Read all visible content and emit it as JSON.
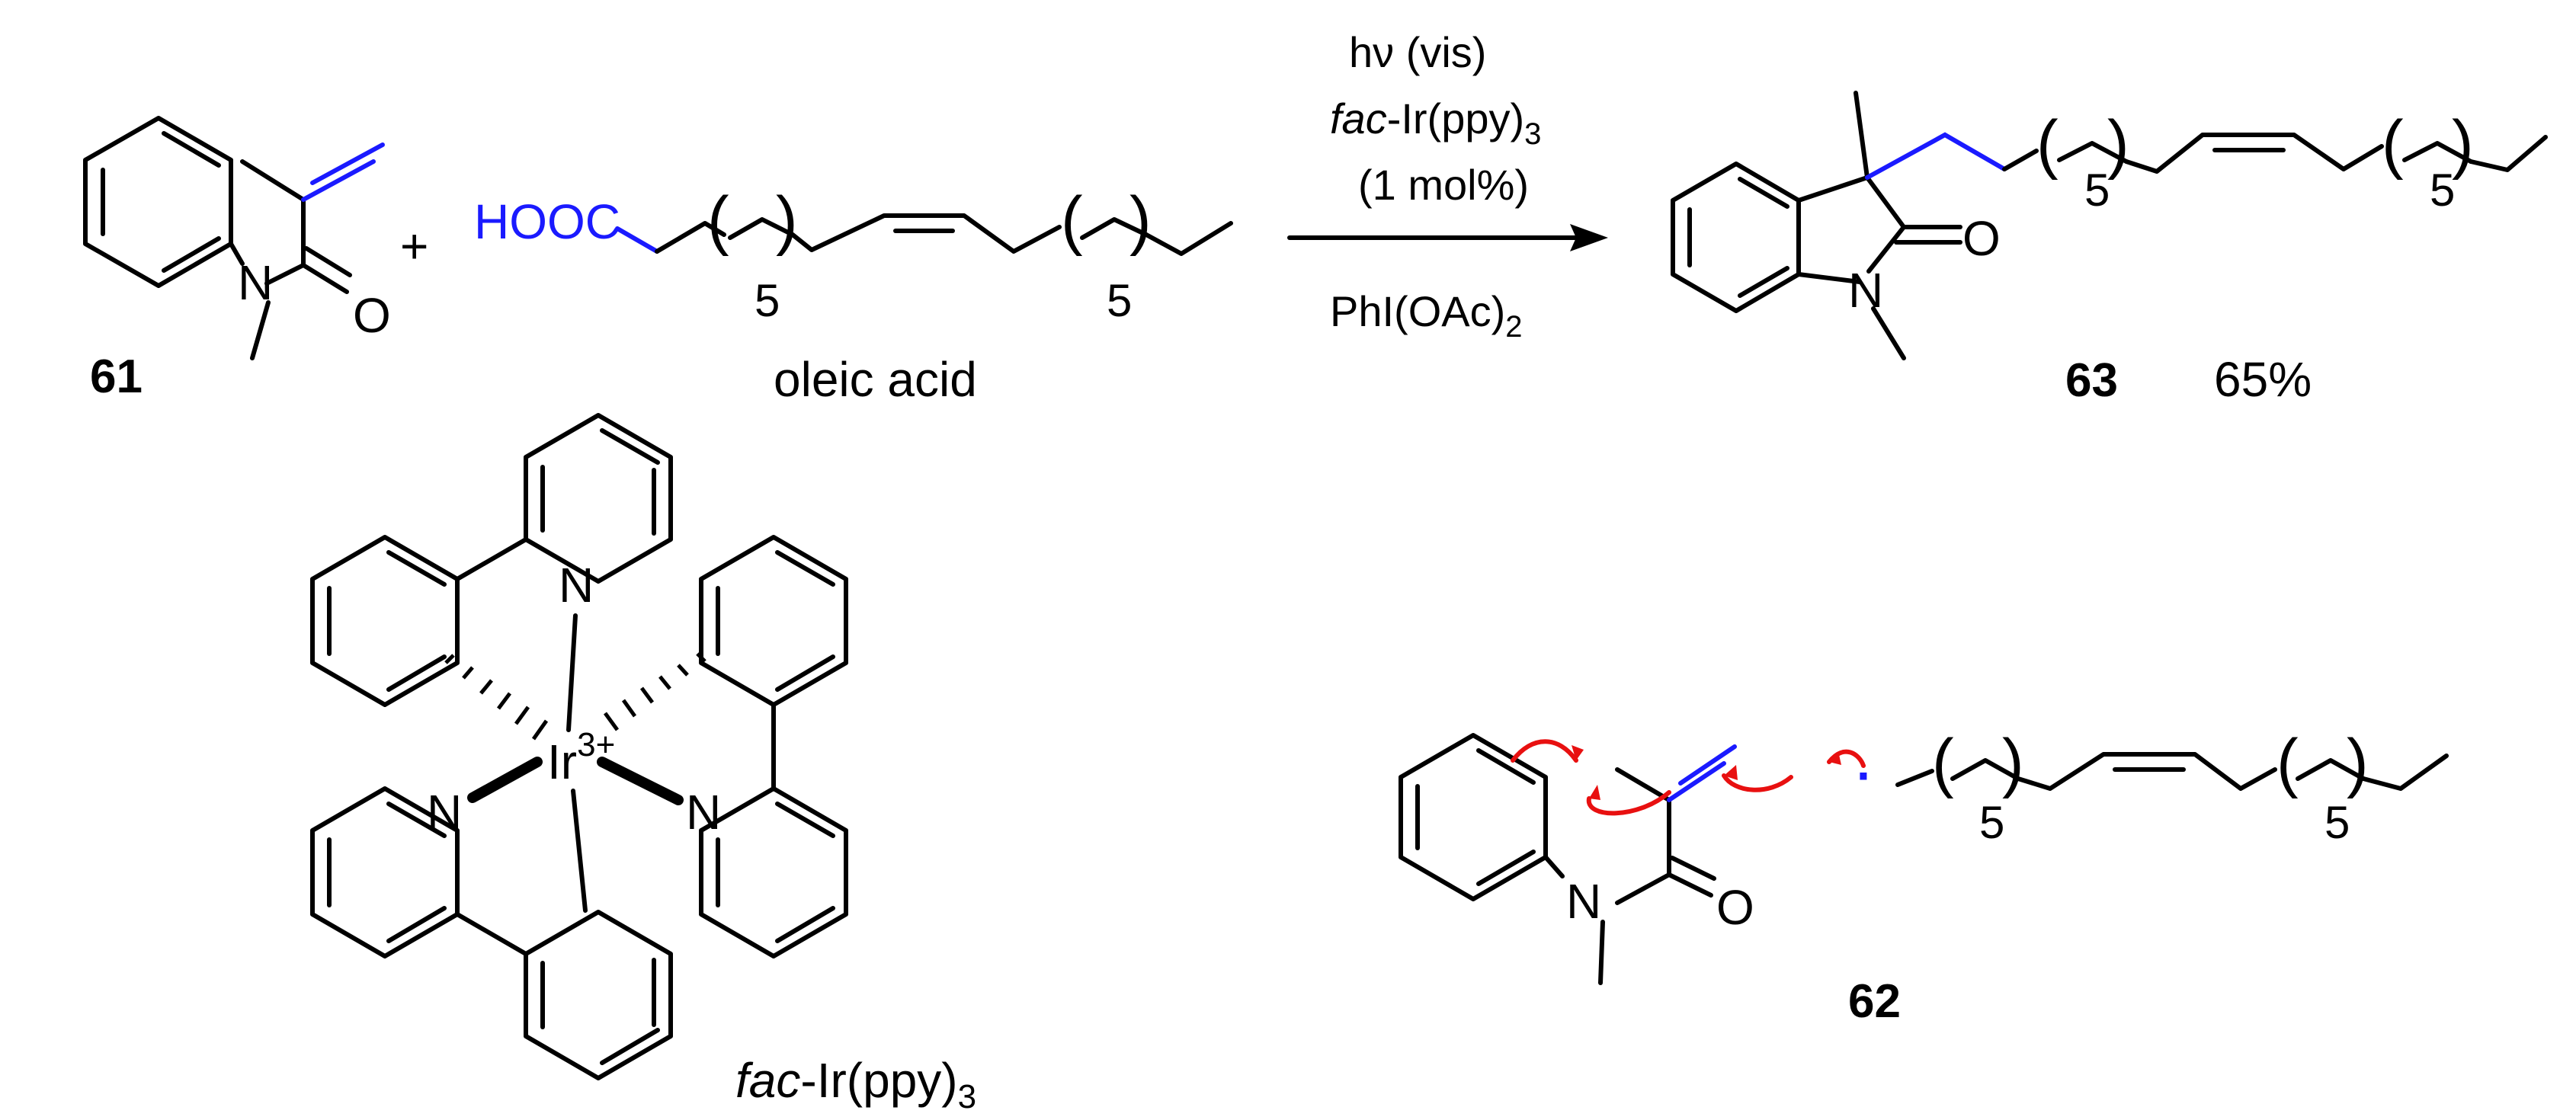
{
  "reaction": {
    "conditions": {
      "light": "hν (vis)",
      "catalyst_prefix": "fac",
      "catalyst_rest": "-Ir(ppy)",
      "catalyst_sub": "3",
      "loading": "(1 mol%)",
      "oxidant_main": "PhI(OAc)",
      "oxidant_sub": "2"
    },
    "plus": "+",
    "compound_61": {
      "label": "61",
      "N": "N",
      "O": "O"
    },
    "oleic_acid": {
      "group": "HOOC",
      "repeat_1": "5",
      "repeat_2": "5",
      "name": "oleic acid"
    },
    "product_63": {
      "label": "63",
      "yield": "65%",
      "N": "N",
      "O": "O",
      "repeat_1": "5",
      "repeat_2": "5"
    },
    "intermediate_62": {
      "label": "62",
      "N": "N",
      "O": "O",
      "repeat_1": "5",
      "repeat_2": "5",
      "radical": "·"
    },
    "catalyst": {
      "metal": "Ir",
      "charge": "3+",
      "N": "N",
      "name_prefix": "fac",
      "name_rest": "-Ir(ppy)",
      "name_sub": "3"
    }
  },
  "colors": {
    "highlight_blue": "#1a1aff",
    "arrow_red": "#e81010",
    "text": "#000000"
  }
}
